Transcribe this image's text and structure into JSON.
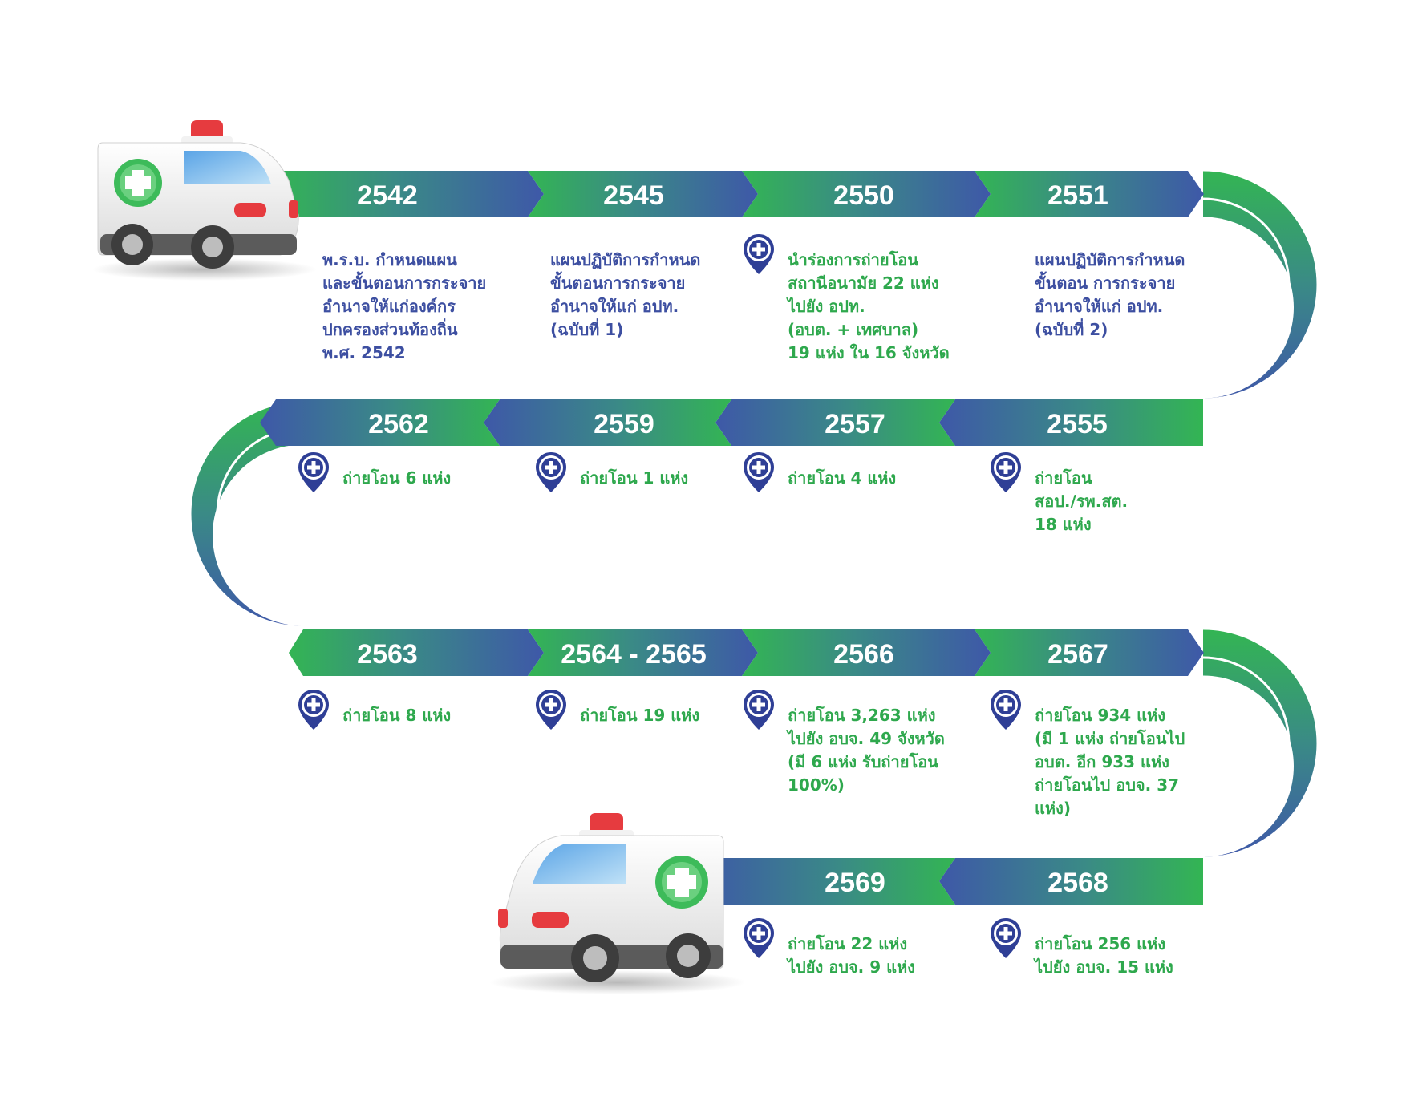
{
  "colors": {
    "green": "#33B553",
    "blue": "#3E58A8",
    "teal": "#3A8A86",
    "text_blue": "#3D4FA1",
    "text_green": "#2EA84D",
    "ambulance_body": "#F2F2F2",
    "ambulance_window": "#9CCDF2",
    "ambulance_light": "#E63B3F",
    "ambulance_cross": "#3DBB5A"
  },
  "icons": {
    "ambulance": "ambulance-icon",
    "pin": "medical-pin-icon"
  },
  "milestones": [
    {
      "year": "2542",
      "text": "พ.ร.บ. กำหนดแผน\nและขั้นตอนการกระจาย\nอำนาจให้แก่องค์กร\nปกครองส่วนท้องถิ่น\nพ.ศ. 2542",
      "style": "blue",
      "icon": false
    },
    {
      "year": "2545",
      "text": "แผนปฏิบัติการกำหนด\nขั้นตอนการกระจาย\nอำนาจให้แก่ อปท.\n(ฉบับที่ 1)",
      "style": "blue",
      "icon": false
    },
    {
      "year": "2550",
      "text": "นำร่องการถ่ายโอน\nสถานีอนามัย 22 แห่ง\nไปยัง อปท.\n(อบต. + เทศบาล)\n19 แห่ง ใน 16 จังหวัด",
      "style": "green",
      "icon": true
    },
    {
      "year": "2551",
      "text": "แผนปฏิบัติการกำหนด\nขั้นตอน การกระจาย\nอำนาจให้แก่ อปท.\n(ฉบับที่ 2)",
      "style": "blue",
      "icon": false
    },
    {
      "year": "2555",
      "text": "ถ่ายโอน\nสอป./รพ.สต.\n18 แห่ง",
      "style": "green",
      "icon": true
    },
    {
      "year": "2557",
      "text": "ถ่ายโอน 4 แห่ง",
      "style": "green",
      "icon": true
    },
    {
      "year": "2559",
      "text": "ถ่ายโอน 1 แห่ง",
      "style": "green",
      "icon": true
    },
    {
      "year": "2562",
      "text": "ถ่ายโอน 6 แห่ง",
      "style": "green",
      "icon": true
    },
    {
      "year": "2563",
      "text": "ถ่ายโอน 8 แห่ง",
      "style": "green",
      "icon": true
    },
    {
      "year": "2564 - 2565",
      "text": "ถ่ายโอน 19 แห่ง",
      "style": "green",
      "icon": true
    },
    {
      "year": "2566",
      "text": "ถ่ายโอน 3,263 แห่ง\nไปยัง อบจ. 49 จังหวัด\n(มี 6 แห่ง รับถ่ายโอน\n100%)",
      "style": "green",
      "icon": true
    },
    {
      "year": "2567",
      "text": "ถ่ายโอน 934 แห่ง\n(มี 1 แห่ง ถ่ายโอนไป\nอบต. อีก 933 แห่ง\nถ่ายโอนไป อบจ. 37\nแห่ง)",
      "style": "green",
      "icon": true
    },
    {
      "year": "2568",
      "text": "ถ่ายโอน 256 แห่ง\nไปยัง อบจ. 15 แห่ง",
      "style": "green",
      "icon": true
    },
    {
      "year": "2569",
      "text": "ถ่ายโอน 22 แห่ง\nไปยัง อบจ. 9 แห่ง",
      "style": "green",
      "icon": true
    }
  ]
}
